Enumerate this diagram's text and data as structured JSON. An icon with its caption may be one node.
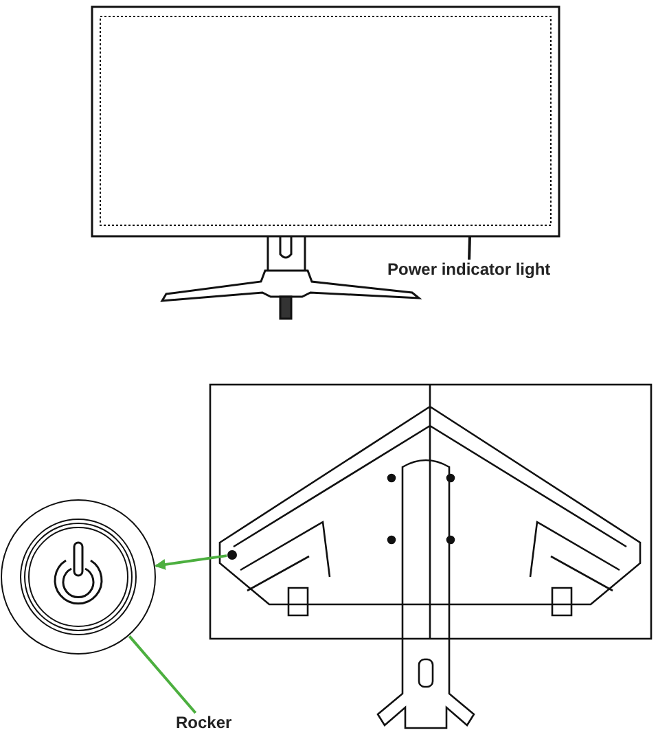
{
  "diagram": {
    "nodes": [
      {
        "text": [
          "Power indicator light"
        ]
      },
      {
        "text": [],
        "shape": "circle"
      },
      {
        "text": [],
        "shape": "circle"
      },
      {
        "text": [
          "Rocker"
        ]
      }
    ],
    "edges": [
      {
        "from": 0,
        "to": null,
        "arrow": "none",
        "color": "#111111"
      },
      {
        "from": 2,
        "to": 1,
        "arrow": "to",
        "color": "#4caf3f"
      },
      {
        "from": 3,
        "to": 1,
        "arrow": "none",
        "color": "#4caf3f"
      }
    ]
  }
}
